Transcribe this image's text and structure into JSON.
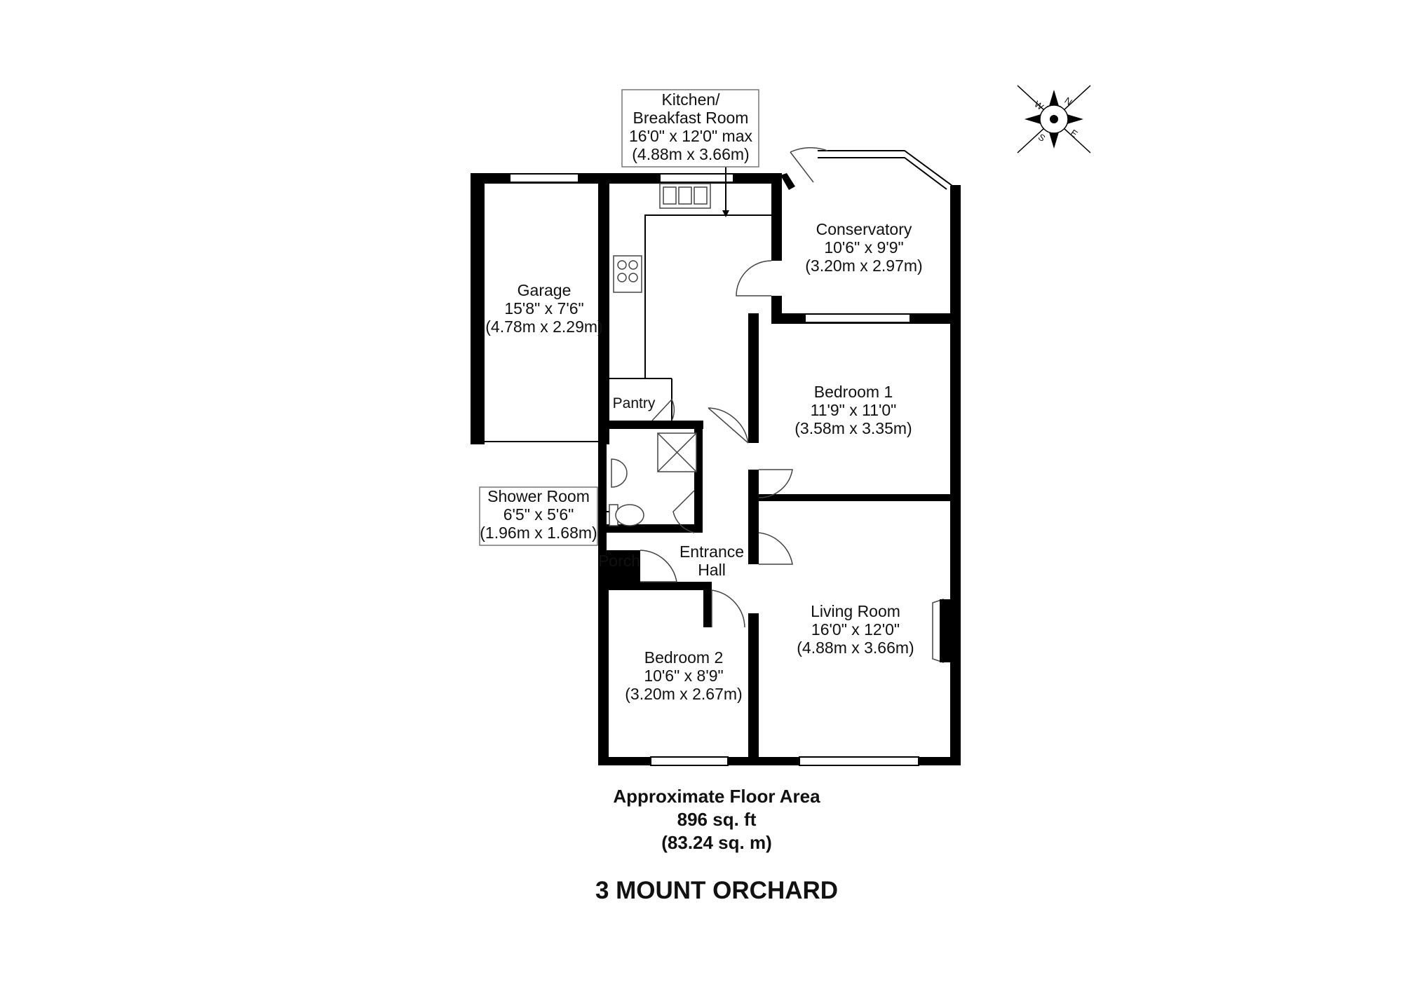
{
  "rooms": {
    "kitchen": {
      "line1": "Kitchen/",
      "line2": "Breakfast Room",
      "line3": "16'0\" x 12'0\" max",
      "line4": "(4.88m x 3.66m)"
    },
    "conservatory": {
      "line1": "Conservatory",
      "line2": "10'6\" x 9'9\"",
      "line3": "(3.20m x 2.97m)"
    },
    "garage": {
      "line1": "Garage",
      "line2": "15'8\" x 7'6\"",
      "line3": "(4.78m x 2.29m)"
    },
    "bedroom1": {
      "line1": "Bedroom 1",
      "line2": "11'9\" x 11'0\"",
      "line3": "(3.58m x 3.35m)"
    },
    "pantry": {
      "line1": "Pantry"
    },
    "shower": {
      "line1": "Shower Room",
      "line2": "6'5\" x 5'6\"",
      "line3": "(1.96m x 1.68m)"
    },
    "porch": {
      "line1": "Porch"
    },
    "hall": {
      "line1": "Entrance",
      "line2": "Hall"
    },
    "living": {
      "line1": "Living Room",
      "line2": "16'0\" x 12'0\"",
      "line3": "(4.88m x 3.66m)"
    },
    "bedroom2": {
      "line1": "Bedroom 2",
      "line2": "10'6\" x 8'9\"",
      "line3": "(3.20m x 2.67m)"
    }
  },
  "floor_area": {
    "title": "Approximate Floor Area",
    "sqft": "896 sq. ft",
    "sqm": "(83.24 sq. m)"
  },
  "address": "3 MOUNT ORCHARD",
  "compass": {
    "n": "N",
    "e": "E",
    "s": "S",
    "w": "W"
  }
}
